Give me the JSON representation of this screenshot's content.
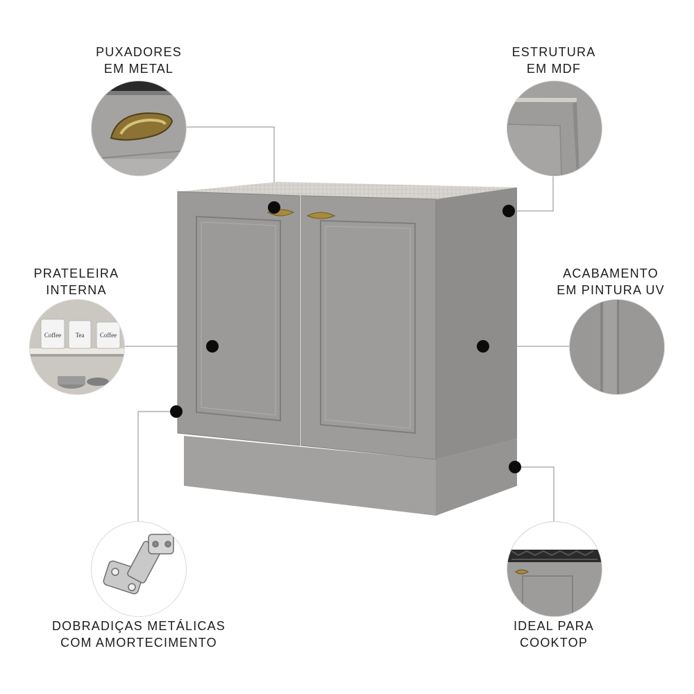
{
  "features": {
    "handles": {
      "line1": "PUXADORES",
      "line2": "EM METAL"
    },
    "structure": {
      "line1": "ESTRUTURA",
      "line2": "EM MDF"
    },
    "shelf": {
      "line1": "PRATELEIRA",
      "line2": "INTERNA"
    },
    "finish": {
      "line1": "ACABAMENTO",
      "line2": "EM PINTURA UV"
    },
    "hinges": {
      "line1": "DOBRADIÇAS METÁLICAS",
      "line2": "COM AMORTECIMENTO"
    },
    "cooktop": {
      "line1": "IDEAL PARA",
      "line2": "COOKTOP"
    }
  },
  "jar_labels": [
    "Coffee",
    "Tea",
    "Coffee"
  ],
  "colors": {
    "cabinet": "#9a9896",
    "cabinet_dark": "#8c8a88",
    "top": "#d8d6d2",
    "brass": "#a88a3c",
    "dot": "#0b0b0b",
    "leader_line": "#8a8a8a"
  }
}
